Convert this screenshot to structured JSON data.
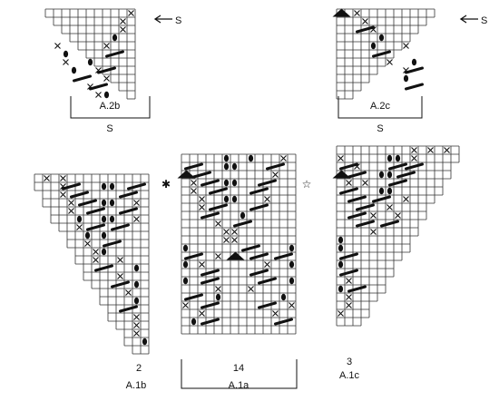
{
  "charts": {
    "a2b": {
      "title": "A.2b",
      "size_label": "S",
      "row_marker": "S",
      "stitch_count": "",
      "cols": 11,
      "rows": 11,
      "taper": "left",
      "step": 1,
      "marks": [
        {
          "r": 0,
          "c": 10,
          "t": "x"
        },
        {
          "r": 1,
          "c": 9,
          "t": "x"
        },
        {
          "r": 2,
          "c": 9,
          "t": "x"
        },
        {
          "r": 3,
          "c": 8,
          "t": "dot"
        },
        {
          "r": 4,
          "c": 1,
          "t": "x"
        },
        {
          "r": 4,
          "c": 7,
          "t": "x"
        },
        {
          "r": 5,
          "c": 2,
          "t": "dot"
        },
        {
          "r": 5,
          "c": 8,
          "t": "dash"
        },
        {
          "r": 6,
          "c": 2,
          "t": "x"
        },
        {
          "r": 6,
          "c": 5,
          "t": "dot"
        },
        {
          "r": 7,
          "c": 3,
          "t": "dot"
        },
        {
          "r": 7,
          "c": 6,
          "t": "x"
        },
        {
          "r": 7,
          "c": 7,
          "t": "dash"
        },
        {
          "r": 8,
          "c": 4,
          "t": "dash"
        },
        {
          "r": 8,
          "c": 7,
          "t": "x"
        },
        {
          "r": 9,
          "c": 5,
          "t": "x"
        },
        {
          "r": 9,
          "c": 6,
          "t": "dash"
        },
        {
          "r": 10,
          "c": 6,
          "t": "x"
        },
        {
          "r": 10,
          "c": 7,
          "t": "dot"
        }
      ]
    },
    "a2c": {
      "title": "A.2c",
      "size_label": "S",
      "row_marker": "S",
      "stitch_count": "",
      "cols": 12,
      "rows": 11,
      "taper": "right",
      "step": 1,
      "marks": [
        {
          "r": 0,
          "c": 0,
          "t": "tri"
        },
        {
          "r": 0,
          "c": 2,
          "t": "x"
        },
        {
          "r": 1,
          "c": 3,
          "t": "x"
        },
        {
          "r": 2,
          "c": 3,
          "t": "dash"
        },
        {
          "r": 2,
          "c": 4,
          "t": "x"
        },
        {
          "r": 3,
          "c": 5,
          "t": "dot"
        },
        {
          "r": 4,
          "c": 4,
          "t": "dot"
        },
        {
          "r": 4,
          "c": 8,
          "t": "x"
        },
        {
          "r": 5,
          "c": 5,
          "t": "dash"
        },
        {
          "r": 6,
          "c": 6,
          "t": "x"
        },
        {
          "r": 6,
          "c": 9,
          "t": "dot"
        },
        {
          "r": 7,
          "c": 8,
          "t": "x"
        },
        {
          "r": 7,
          "c": 9,
          "t": "dash"
        },
        {
          "r": 8,
          "c": 8,
          "t": "dot"
        },
        {
          "r": 9,
          "c": 9,
          "t": "dash"
        }
      ]
    },
    "a1b": {
      "title": "A.1b",
      "stitch_count": "2",
      "cols": 14,
      "rows": 22,
      "taper": "left",
      "step": 0.58,
      "marks": [
        {
          "r": 0,
          "c": 1,
          "t": "x"
        },
        {
          "r": 0,
          "c": 3,
          "t": "x"
        },
        {
          "r": 1,
          "c": 3,
          "t": "x"
        },
        {
          "r": 1,
          "c": 4,
          "t": "dash"
        },
        {
          "r": 1,
          "c": 8,
          "t": "dot"
        },
        {
          "r": 1,
          "c": 9,
          "t": "dot"
        },
        {
          "r": 1,
          "c": 12,
          "t": "dash"
        },
        {
          "r": 2,
          "c": 3,
          "t": "x"
        },
        {
          "r": 2,
          "c": 5,
          "t": "dash"
        },
        {
          "r": 2,
          "c": 11,
          "t": "dash"
        },
        {
          "r": 3,
          "c": 4,
          "t": "x"
        },
        {
          "r": 3,
          "c": 6,
          "t": "dash"
        },
        {
          "r": 3,
          "c": 8,
          "t": "dot"
        },
        {
          "r": 3,
          "c": 9,
          "t": "dot"
        },
        {
          "r": 3,
          "c": 12,
          "t": "x"
        },
        {
          "r": 4,
          "c": 4,
          "t": "x"
        },
        {
          "r": 4,
          "c": 7,
          "t": "dash"
        },
        {
          "r": 4,
          "c": 11,
          "t": "dash"
        },
        {
          "r": 5,
          "c": 5,
          "t": "dot"
        },
        {
          "r": 5,
          "c": 8,
          "t": "dot"
        },
        {
          "r": 5,
          "c": 9,
          "t": "dot"
        },
        {
          "r": 5,
          "c": 12,
          "t": "x"
        },
        {
          "r": 6,
          "c": 5,
          "t": "x"
        },
        {
          "r": 6,
          "c": 7,
          "t": "dash"
        },
        {
          "r": 6,
          "c": 10,
          "t": "dash"
        },
        {
          "r": 7,
          "c": 6,
          "t": "dot"
        },
        {
          "r": 7,
          "c": 8,
          "t": "dot"
        },
        {
          "r": 8,
          "c": 6,
          "t": "x"
        },
        {
          "r": 8,
          "c": 9,
          "t": "dash"
        },
        {
          "r": 9,
          "c": 7,
          "t": "x"
        },
        {
          "r": 9,
          "c": 8,
          "t": "dot"
        },
        {
          "r": 10,
          "c": 7,
          "t": "x"
        },
        {
          "r": 10,
          "c": 10,
          "t": "x"
        },
        {
          "r": 11,
          "c": 8,
          "t": "dash"
        },
        {
          "r": 11,
          "c": 12,
          "t": "dot"
        },
        {
          "r": 12,
          "c": 10,
          "t": "x"
        },
        {
          "r": 13,
          "c": 10,
          "t": "dash"
        },
        {
          "r": 13,
          "c": 12,
          "t": "dot"
        },
        {
          "r": 14,
          "c": 11,
          "t": "x"
        },
        {
          "r": 15,
          "c": 12,
          "t": "dot"
        },
        {
          "r": 16,
          "c": 11,
          "t": "dash"
        },
        {
          "r": 17,
          "c": 12,
          "t": "x"
        },
        {
          "r": 18,
          "c": 12,
          "t": "x"
        },
        {
          "r": 19,
          "c": 12,
          "t": "x"
        },
        {
          "r": 20,
          "c": 13,
          "t": "dot"
        }
      ]
    },
    "a1a": {
      "title": "A.1a",
      "stitch_count": "14",
      "cols": 14,
      "rows": 22,
      "taper": "none",
      "side_left": "✱",
      "side_right": "☆",
      "marks": [
        {
          "r": 0,
          "c": 5,
          "t": "dot"
        },
        {
          "r": 0,
          "c": 8,
          "t": "dot"
        },
        {
          "r": 0,
          "c": 12,
          "t": "x"
        },
        {
          "r": 1,
          "c": 1,
          "t": "dash"
        },
        {
          "r": 1,
          "c": 5,
          "t": "dot"
        },
        {
          "r": 1,
          "c": 6,
          "t": "dot"
        },
        {
          "r": 1,
          "c": 11,
          "t": "dash"
        },
        {
          "r": 2,
          "c": 0,
          "t": "tri"
        },
        {
          "r": 2,
          "c": 2,
          "t": "dash"
        },
        {
          "r": 2,
          "c": 11,
          "t": "x"
        },
        {
          "r": 3,
          "c": 1,
          "t": "x"
        },
        {
          "r": 3,
          "c": 3,
          "t": "dash"
        },
        {
          "r": 3,
          "c": 5,
          "t": "dot"
        },
        {
          "r": 3,
          "c": 6,
          "t": "dot"
        },
        {
          "r": 3,
          "c": 10,
          "t": "dash"
        },
        {
          "r": 4,
          "c": 1,
          "t": "x"
        },
        {
          "r": 4,
          "c": 4,
          "t": "dash"
        },
        {
          "r": 4,
          "c": 9,
          "t": "dash"
        },
        {
          "r": 5,
          "c": 2,
          "t": "x"
        },
        {
          "r": 5,
          "c": 5,
          "t": "dot"
        },
        {
          "r": 5,
          "c": 6,
          "t": "dot"
        },
        {
          "r": 5,
          "c": 10,
          "t": "x"
        },
        {
          "r": 6,
          "c": 2,
          "t": "x"
        },
        {
          "r": 6,
          "c": 4,
          "t": "dash"
        },
        {
          "r": 6,
          "c": 9,
          "t": "dash"
        },
        {
          "r": 7,
          "c": 3,
          "t": "dash"
        },
        {
          "r": 7,
          "c": 7,
          "t": "dot"
        },
        {
          "r": 8,
          "c": 4,
          "t": "x"
        },
        {
          "r": 8,
          "c": 7,
          "t": "dash"
        },
        {
          "r": 9,
          "c": 5,
          "t": "x"
        },
        {
          "r": 9,
          "c": 6,
          "t": "x"
        },
        {
          "r": 10,
          "c": 5,
          "t": "x"
        },
        {
          "r": 10,
          "c": 6,
          "t": "x"
        },
        {
          "r": 11,
          "c": 0,
          "t": "dot"
        },
        {
          "r": 11,
          "c": 8,
          "t": "dash"
        },
        {
          "r": 11,
          "c": 13,
          "t": "dot"
        },
        {
          "r": 12,
          "c": 1,
          "t": "dash"
        },
        {
          "r": 12,
          "c": 4,
          "t": "x"
        },
        {
          "r": 12,
          "c": 6,
          "t": "tri"
        },
        {
          "r": 12,
          "c": 9,
          "t": "dash"
        },
        {
          "r": 12,
          "c": 12,
          "t": "dash"
        },
        {
          "r": 13,
          "c": 0,
          "t": "dot"
        },
        {
          "r": 13,
          "c": 2,
          "t": "x"
        },
        {
          "r": 13,
          "c": 10,
          "t": "x"
        },
        {
          "r": 13,
          "c": 13,
          "t": "dot"
        },
        {
          "r": 14,
          "c": 3,
          "t": "dash"
        },
        {
          "r": 14,
          "c": 9,
          "t": "dash"
        },
        {
          "r": 15,
          "c": 0,
          "t": "dot"
        },
        {
          "r": 15,
          "c": 3,
          "t": "dash"
        },
        {
          "r": 15,
          "c": 10,
          "t": "dash"
        },
        {
          "r": 15,
          "c": 13,
          "t": "dot"
        },
        {
          "r": 16,
          "c": 4,
          "t": "x"
        },
        {
          "r": 16,
          "c": 8,
          "t": "x"
        },
        {
          "r": 17,
          "c": 1,
          "t": "dash"
        },
        {
          "r": 17,
          "c": 4,
          "t": "dot"
        },
        {
          "r": 17,
          "c": 12,
          "t": "dot"
        },
        {
          "r": 18,
          "c": 0,
          "t": "x"
        },
        {
          "r": 18,
          "c": 3,
          "t": "dash"
        },
        {
          "r": 18,
          "c": 10,
          "t": "dash"
        },
        {
          "r": 18,
          "c": 13,
          "t": "x"
        },
        {
          "r": 19,
          "c": 2,
          "t": "x"
        },
        {
          "r": 19,
          "c": 11,
          "t": "x"
        },
        {
          "r": 20,
          "c": 1,
          "t": "dot"
        },
        {
          "r": 20,
          "c": 3,
          "t": "dash"
        },
        {
          "r": 20,
          "c": 12,
          "t": "dash"
        }
      ]
    },
    "a1c": {
      "title": "A.1c",
      "stitch_count": "3",
      "cols": 15,
      "rows": 22,
      "taper": "right",
      "step": 0.58,
      "marks": [
        {
          "r": 0,
          "c": 9,
          "t": "x"
        },
        {
          "r": 0,
          "c": 11,
          "t": "x"
        },
        {
          "r": 0,
          "c": 13,
          "t": "x"
        },
        {
          "r": 1,
          "c": 0,
          "t": "x"
        },
        {
          "r": 1,
          "c": 6,
          "t": "dot"
        },
        {
          "r": 1,
          "c": 7,
          "t": "dot"
        },
        {
          "r": 1,
          "c": 9,
          "t": "x"
        },
        {
          "r": 2,
          "c": 1,
          "t": "dash"
        },
        {
          "r": 2,
          "c": 2,
          "t": "x"
        },
        {
          "r": 2,
          "c": 7,
          "t": "dash"
        },
        {
          "r": 2,
          "c": 9,
          "t": "dash"
        },
        {
          "r": 3,
          "c": 0,
          "t": "tri"
        },
        {
          "r": 3,
          "c": 2,
          "t": "dash"
        },
        {
          "r": 3,
          "c": 5,
          "t": "dot"
        },
        {
          "r": 3,
          "c": 6,
          "t": "dot"
        },
        {
          "r": 3,
          "c": 8,
          "t": "dash"
        },
        {
          "r": 4,
          "c": 1,
          "t": "x"
        },
        {
          "r": 4,
          "c": 3,
          "t": "x"
        },
        {
          "r": 4,
          "c": 7,
          "t": "dash"
        },
        {
          "r": 5,
          "c": 1,
          "t": "dash"
        },
        {
          "r": 5,
          "c": 5,
          "t": "dot"
        },
        {
          "r": 5,
          "c": 6,
          "t": "dot"
        },
        {
          "r": 6,
          "c": 2,
          "t": "dash"
        },
        {
          "r": 6,
          "c": 5,
          "t": "dash"
        },
        {
          "r": 6,
          "c": 8,
          "t": "x"
        },
        {
          "r": 7,
          "c": 3,
          "t": "dash"
        },
        {
          "r": 7,
          "c": 6,
          "t": "x"
        },
        {
          "r": 8,
          "c": 2,
          "t": "dash"
        },
        {
          "r": 8,
          "c": 4,
          "t": "x"
        },
        {
          "r": 8,
          "c": 7,
          "t": "x"
        },
        {
          "r": 9,
          "c": 3,
          "t": "dash"
        },
        {
          "r": 9,
          "c": 6,
          "t": "dash"
        },
        {
          "r": 10,
          "c": 4,
          "t": "x"
        },
        {
          "r": 11,
          "c": 0,
          "t": "dot"
        },
        {
          "r": 12,
          "c": 0,
          "t": "dot"
        },
        {
          "r": 13,
          "c": 1,
          "t": "dash"
        },
        {
          "r": 14,
          "c": 0,
          "t": "dot"
        },
        {
          "r": 15,
          "c": 1,
          "t": "dash"
        },
        {
          "r": 16,
          "c": 1,
          "t": "x"
        },
        {
          "r": 17,
          "c": 0,
          "t": "dot"
        },
        {
          "r": 17,
          "c": 2,
          "t": "dash"
        },
        {
          "r": 18,
          "c": 1,
          "t": "x"
        },
        {
          "r": 19,
          "c": 1,
          "t": "x"
        },
        {
          "r": 20,
          "c": 0,
          "t": "x"
        }
      ]
    }
  }
}
